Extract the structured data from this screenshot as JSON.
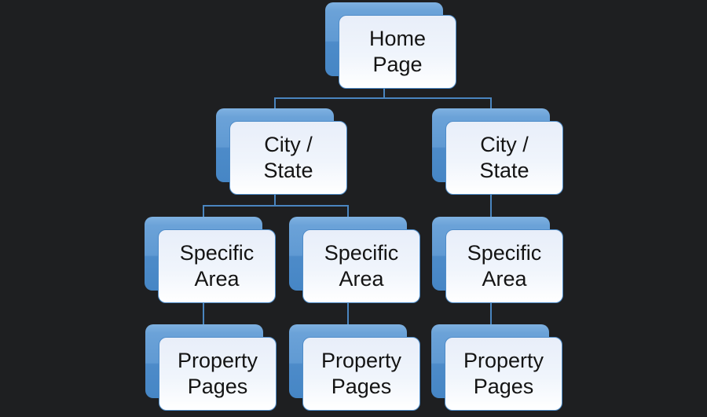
{
  "colors": {
    "background": "#1e1f21",
    "connector": "#4a85bf",
    "text": "#141414",
    "box_border": "#4e8cc9",
    "box_fill_top": "#e8eef9",
    "box_fill_mid": "#f0f5fc",
    "box_fill_bottom": "#ffffff",
    "shadow_top_hi": "#7fb1e1",
    "shadow_top": "#6ba2d8",
    "shadow_mid": "#609ad3",
    "shadow_step": "#4d8bc9",
    "shadow_bottom": "#4686c5"
  },
  "diagram": {
    "type": "hierarchy",
    "description": "Site structure tree on dark background, SmartArt-style boxes",
    "nodes": [
      {
        "id": "home",
        "label": "Home Page",
        "level": 1
      },
      {
        "id": "cs1",
        "label": "City / State",
        "level": 2
      },
      {
        "id": "cs2",
        "label": "City / State",
        "level": 2
      },
      {
        "id": "sa1",
        "label": "Specific Area",
        "level": 3
      },
      {
        "id": "sa2",
        "label": "Specific Area",
        "level": 3
      },
      {
        "id": "sa3",
        "label": "Specific Area",
        "level": 3
      },
      {
        "id": "pp1",
        "label": "Property Pages",
        "level": 4
      },
      {
        "id": "pp2",
        "label": "Property Pages",
        "level": 4
      },
      {
        "id": "pp3",
        "label": "Property Pages",
        "level": 4
      }
    ],
    "edges": [
      {
        "from": "home",
        "to": "cs1"
      },
      {
        "from": "home",
        "to": "cs2"
      },
      {
        "from": "cs1",
        "to": "sa1"
      },
      {
        "from": "cs1",
        "to": "sa2"
      },
      {
        "from": "cs2",
        "to": "sa3"
      },
      {
        "from": "sa1",
        "to": "pp1"
      },
      {
        "from": "sa2",
        "to": "pp2"
      },
      {
        "from": "sa3",
        "to": "pp3"
      }
    ]
  }
}
